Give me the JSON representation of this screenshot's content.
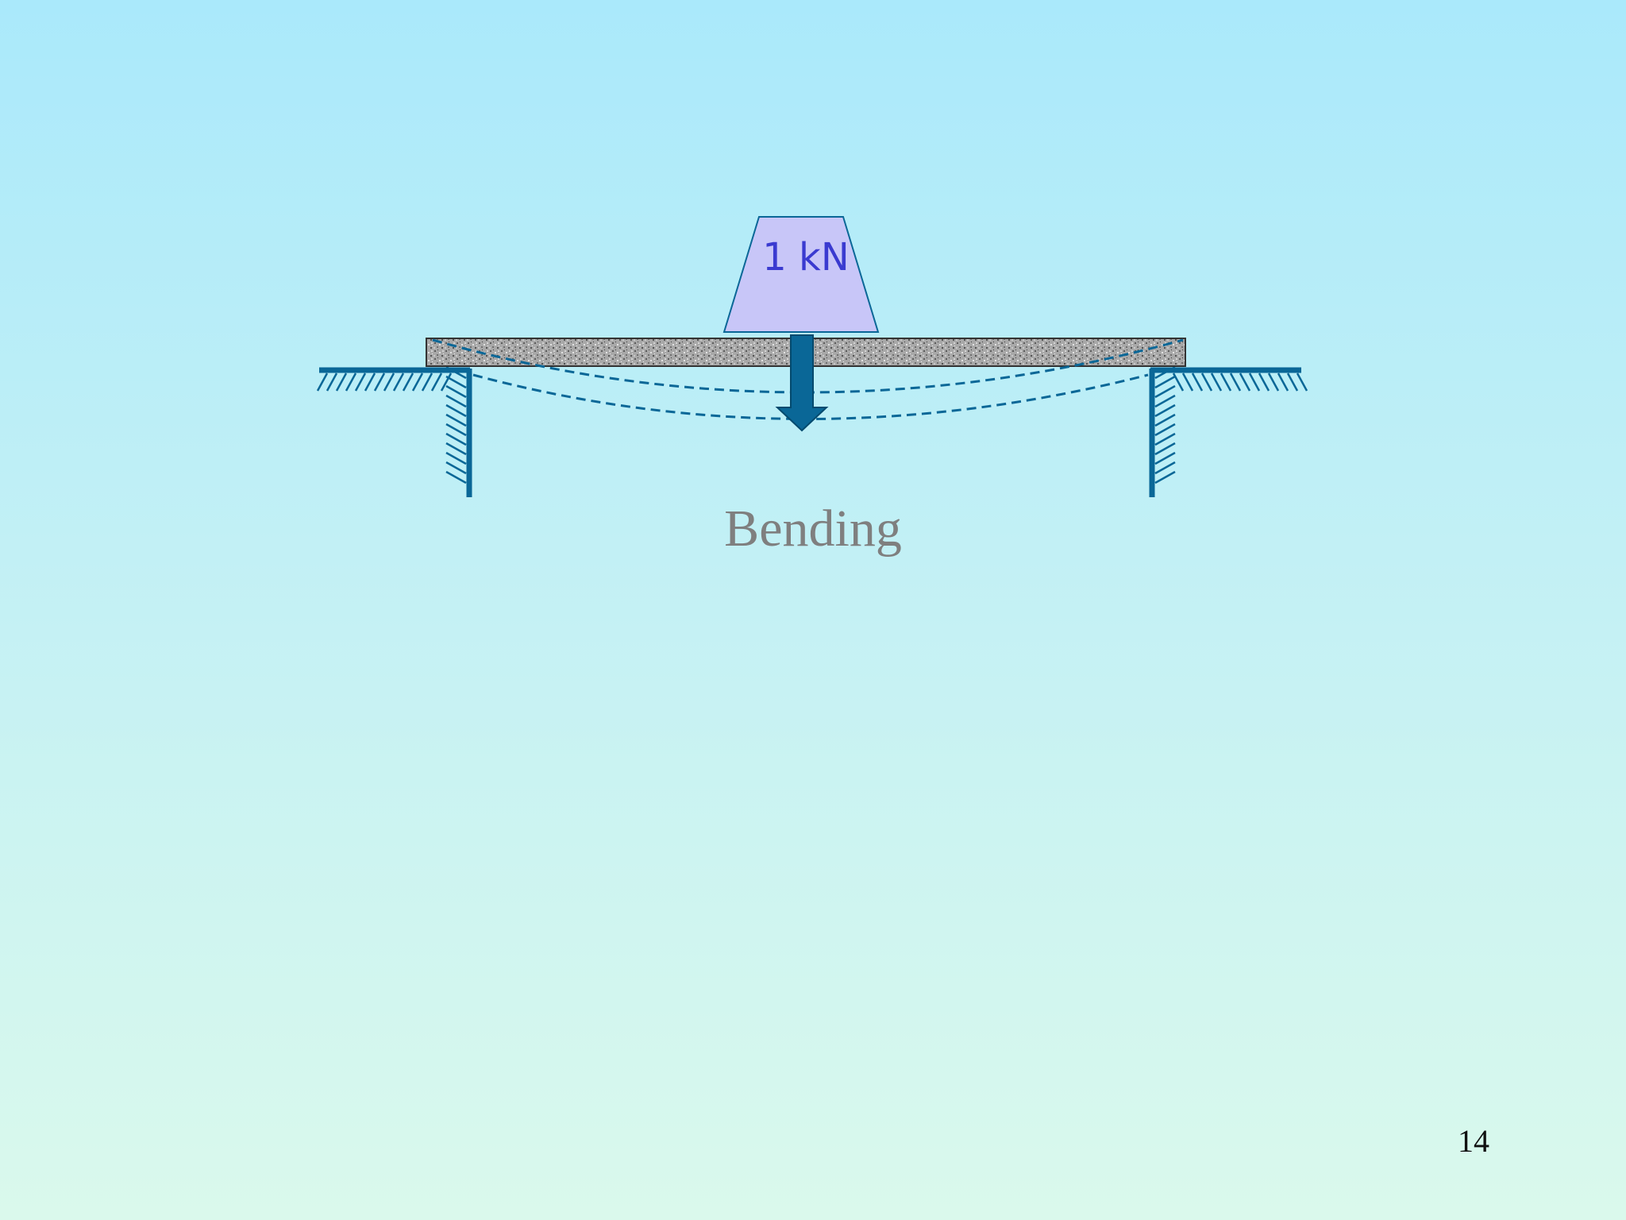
{
  "load": {
    "label": "1 kN"
  },
  "caption": "Bending",
  "page_number": "14",
  "colors": {
    "structure": "#0a6797",
    "load_fill": "#c8c6f8",
    "beam_fill": "#a9a9a9",
    "caption": "#7f7f7f"
  }
}
